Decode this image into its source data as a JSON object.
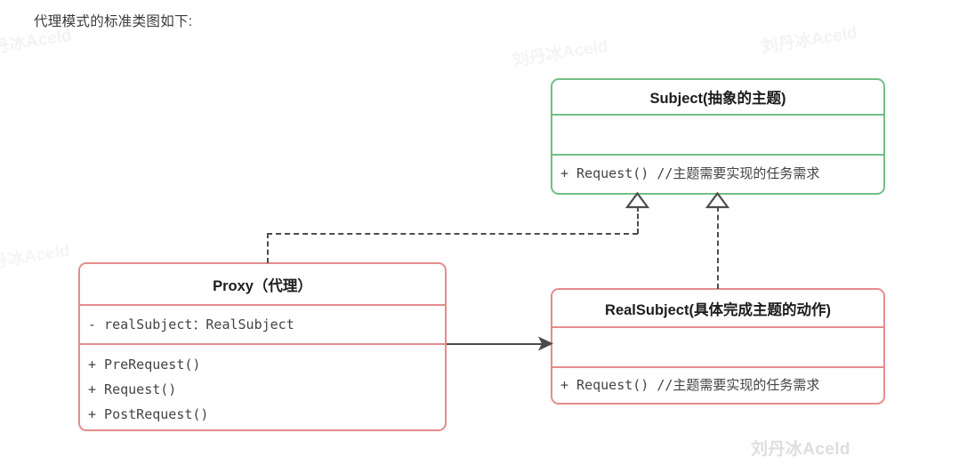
{
  "caption": "代理模式的标准类图如下:",
  "colors": {
    "green_border": "#72bf84",
    "pink_border": "#e48c8c",
    "connector": "#4d4d4d",
    "caption_text": "#3a3a3a",
    "watermark": "#f2f2f2",
    "signature": "#dedede"
  },
  "watermarks": {
    "top_center": "刘丹冰Aceld",
    "left_top": "刘丹冰Aceld",
    "left_mid": "刘丹冰Aceld",
    "right_top": "刘丹冰Aceld",
    "signature": "刘丹冰Aceld"
  },
  "classes": {
    "subject": {
      "name": "Subject(抽象的主题)",
      "attributes": [],
      "methods": [
        "+ Request() //主题需要实现的任务需求"
      ]
    },
    "proxy": {
      "name": "Proxy（代理）",
      "attributes": [
        "- realSubject：RealSubject"
      ],
      "methods": [
        "+ PreRequest()",
        "+ Request()",
        "+ PostRequest()"
      ]
    },
    "realsubject": {
      "name": "RealSubject(具体完成主题的动作)",
      "attributes": [],
      "methods": [
        "+ Request() //主题需要实现的任务需求"
      ]
    }
  },
  "relations": [
    {
      "name": "proxy-implements-subject",
      "from": "Proxy",
      "to": "Subject",
      "type": "realization",
      "line": "dashed",
      "arrowhead": "hollow-triangle"
    },
    {
      "name": "realsubject-implements-subject",
      "from": "RealSubject",
      "to": "Subject",
      "type": "realization",
      "line": "dashed",
      "arrowhead": "hollow-triangle"
    },
    {
      "name": "proxy-association-realsubject",
      "from": "Proxy",
      "to": "RealSubject",
      "type": "association",
      "line": "solid",
      "arrowhead": "filled-arrow"
    }
  ]
}
